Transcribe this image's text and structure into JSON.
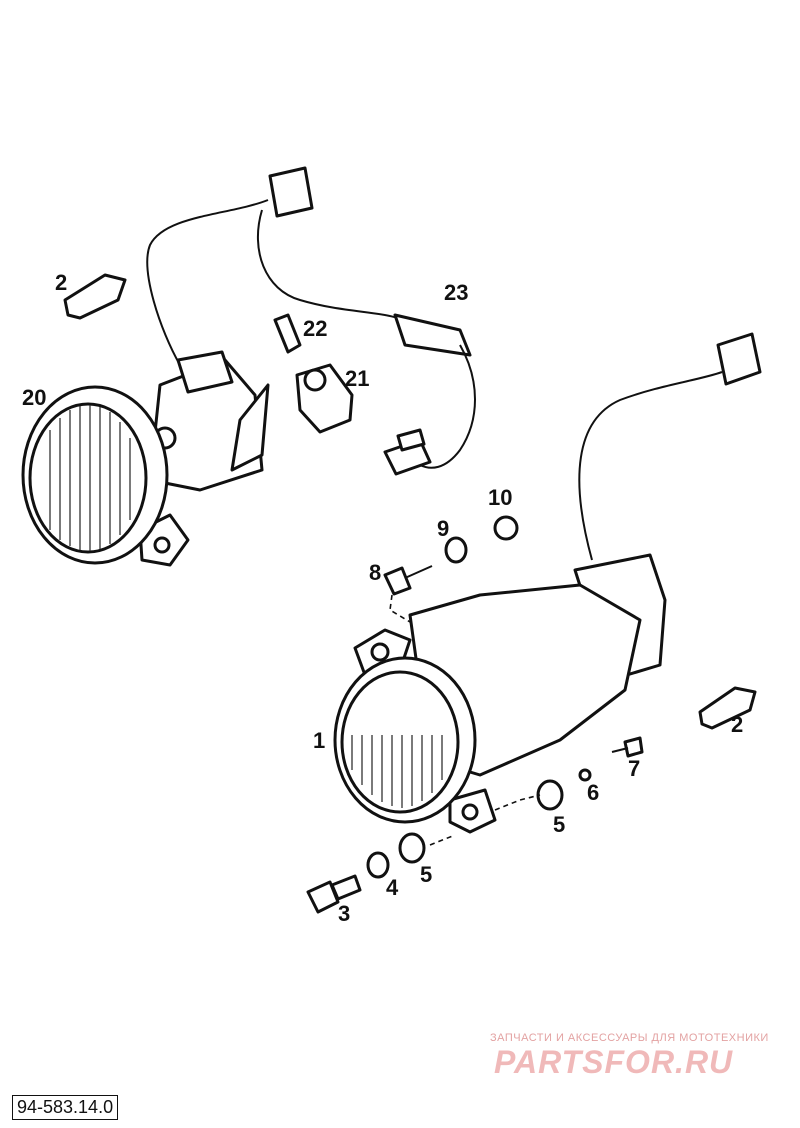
{
  "diagram": {
    "callouts": {
      "c1": "1",
      "c2a": "2",
      "c2b": "2",
      "c3": "3",
      "c4": "4",
      "c5a": "5",
      "c5b": "5",
      "c6": "6",
      "c7": "7",
      "c8": "8",
      "c9": "9",
      "c10": "10",
      "c20": "20",
      "c21": "21",
      "c22": "22",
      "c23": "23"
    },
    "reference_code": "94-583.14.0"
  },
  "watermark": {
    "tagline": "ЗАПЧАСТИ И АКСЕССУАРЫ ДЛЯ МОТОТЕХНИКИ",
    "brand": "PARTSFOR.RU"
  },
  "colors": {
    "ink": "#111111",
    "watermark": "#f0b9b9"
  }
}
